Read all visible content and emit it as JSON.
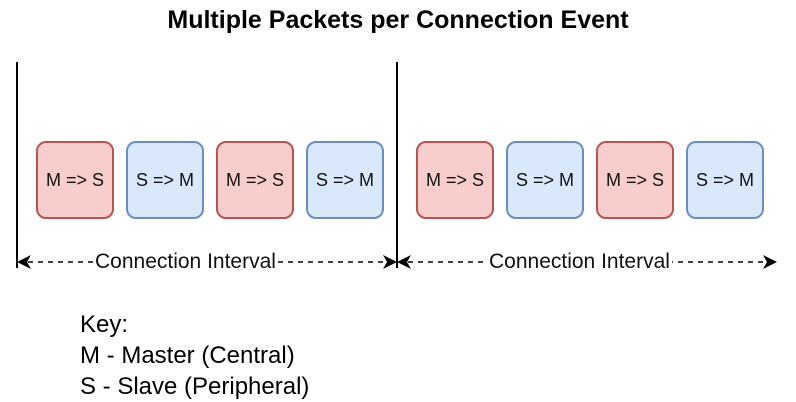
{
  "title": "Multiple Packets per Connection Event",
  "packets": [
    {
      "label": "M => S",
      "type": "master-to-slave"
    },
    {
      "label": "S => M",
      "type": "slave-to-master"
    },
    {
      "label": "M => S",
      "type": "master-to-slave"
    },
    {
      "label": "S => M",
      "type": "slave-to-master"
    },
    {
      "label": "M => S",
      "type": "master-to-slave"
    },
    {
      "label": "S => M",
      "type": "slave-to-master"
    },
    {
      "label": "M => S",
      "type": "master-to-slave"
    },
    {
      "label": "S => M",
      "type": "slave-to-master"
    }
  ],
  "intervals": [
    {
      "label": "Connection Interval"
    },
    {
      "label": "Connection Interval"
    }
  ],
  "key": {
    "heading": "Key:",
    "master": "M - Master (Central)",
    "slave": "S - Slave (Peripheral)"
  },
  "colors": {
    "master_fill": "#f8cecc",
    "master_stroke": "#b85450",
    "slave_fill": "#dae8fc",
    "slave_stroke": "#6c8ebf"
  }
}
